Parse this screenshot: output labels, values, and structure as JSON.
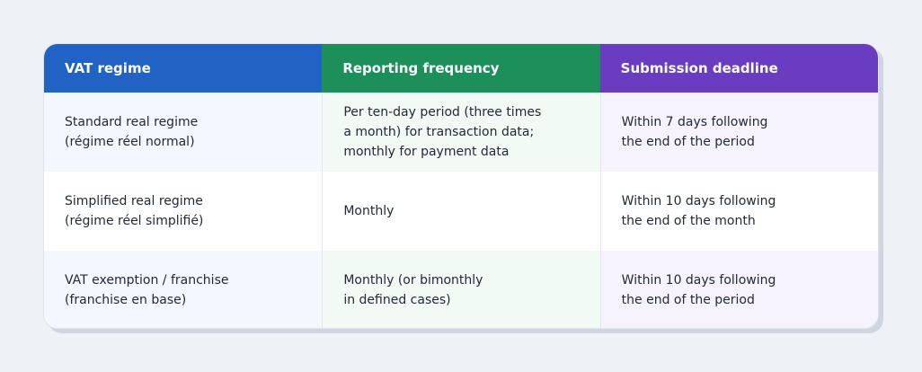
{
  "colors": {
    "col1_header": "#2163c4",
    "col2_header": "#1c8f5b",
    "col3_header": "#6a3cc0"
  },
  "table": {
    "headers": [
      "VAT regime",
      "Reporting frequency",
      "Submission deadline"
    ],
    "rows": [
      [
        "Standard real regime\n(régime réel normal)",
        "Per ten-day period (three times\na month) for transaction data;\nmonthly for payment data",
        "Within 7 days following\nthe end of the period"
      ],
      [
        "Simplified real regime\n(régime réel simplifié)",
        "Monthly",
        "Within 10 days following\nthe end of the month"
      ],
      [
        "VAT exemption / franchise\n(franchise en base)",
        "Monthly (or bimonthly\nin defined cases)",
        "Within 10 days following\nthe end of the period"
      ]
    ]
  }
}
